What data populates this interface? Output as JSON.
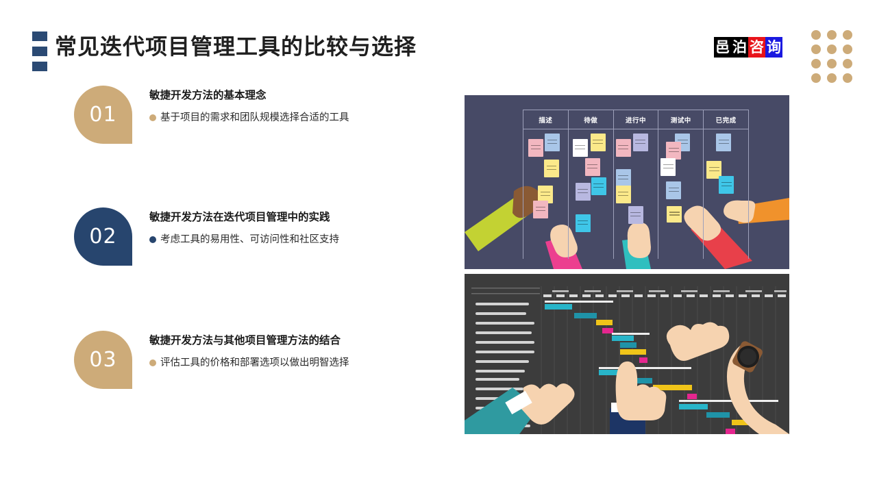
{
  "header": {
    "title": "常见迭代项目管理工具的比较与选择",
    "accent_color": "#2b4a74",
    "brand": {
      "cells": [
        {
          "text": "邑",
          "bg": "#000000"
        },
        {
          "text": "泊",
          "bg": "#000000"
        },
        {
          "text": "咨",
          "bg": "#e8141a"
        },
        {
          "text": "询",
          "bg": "#1a19e0"
        }
      ]
    },
    "dot_grid": {
      "rows": 4,
      "cols": 3,
      "color": "#cdab79"
    }
  },
  "list": {
    "items": [
      {
        "number": "01",
        "title": "敏捷开发方法的基本理念",
        "subtitle": "基于项目的需求和团队规模选择合适的工具",
        "color": "#cdab79",
        "theme": "tan"
      },
      {
        "number": "02",
        "title": "敏捷开发方法在迭代项目管理中的实践",
        "subtitle": "考虑工具的易用性、可访问性和社区支持",
        "color": "#27456e",
        "theme": "navy"
      },
      {
        "number": "03",
        "title": "敏捷开发方法与其他项目管理方法的结合",
        "subtitle": "评估工具的价格和部署选项以做出明智选择",
        "color": "#cdab79",
        "theme": "tan"
      }
    ]
  },
  "images": {
    "kanban": {
      "caption": "kanban-board-illustration",
      "background": "#474a66",
      "columns": [
        "描述",
        "待做",
        "进行中",
        "测试中",
        "已完成"
      ]
    },
    "gantt": {
      "caption": "gantt-chart-illustration",
      "background": "#3c3c3c"
    }
  }
}
